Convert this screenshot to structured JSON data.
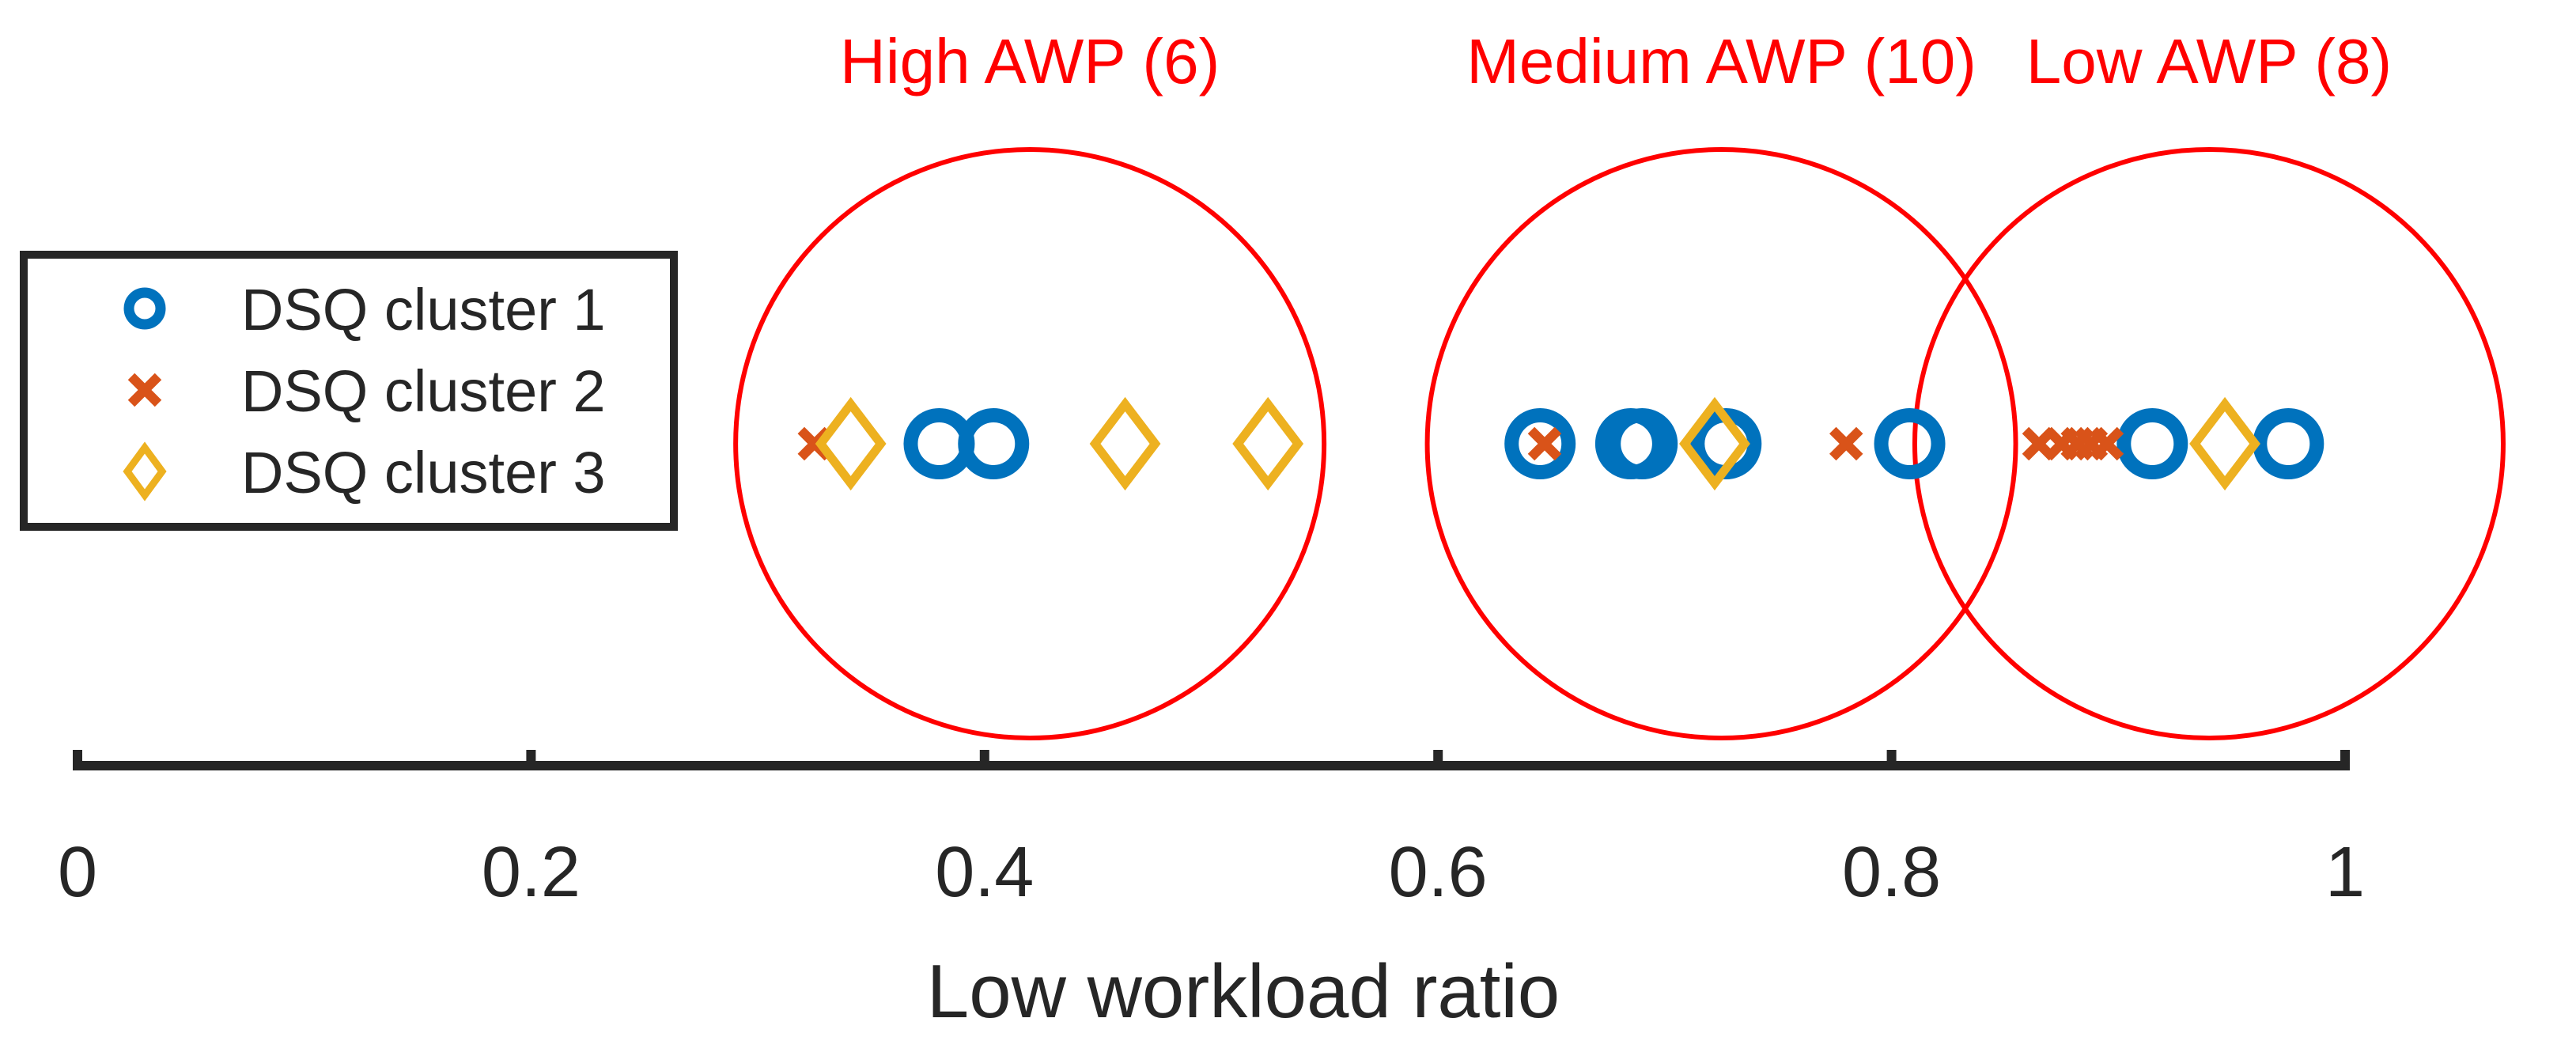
{
  "chart_data": {
    "type": "scatter",
    "xlabel": "Low workload ratio",
    "xlim": [
      0,
      1
    ],
    "xticks": [
      0,
      0.2,
      0.4,
      0.6,
      0.8,
      1
    ],
    "xtick_labels": [
      "0",
      "0.2",
      "0.4",
      "0.6",
      "0.8",
      "1"
    ],
    "legend_position": "left",
    "series": [
      {
        "name": "DSQ cluster 1",
        "marker": "circle",
        "color": "#0072BD",
        "x": [
          0.38,
          0.404,
          0.645,
          0.685,
          0.69,
          0.727,
          0.808,
          0.915,
          0.975
        ]
      },
      {
        "name": "DSQ cluster 2",
        "marker": "x",
        "color": "#D95319",
        "x": [
          0.325,
          0.647,
          0.78,
          0.865,
          0.875,
          0.882,
          0.888,
          0.895
        ]
      },
      {
        "name": "DSQ cluster 3",
        "marker": "diamond",
        "color": "#EDB120",
        "x": [
          0.341,
          0.462,
          0.525,
          0.722,
          0.947
        ]
      }
    ],
    "groups": [
      {
        "label": "High AWP (6)",
        "x_center": 0.42,
        "x_radius": 0.128,
        "color": "#FF0000"
      },
      {
        "label": "Medium AWP (10)",
        "x_center": 0.725,
        "x_radius": 0.128,
        "color": "#FF0000"
      },
      {
        "label": "Low AWP (8)",
        "x_center": 0.94,
        "x_radius": 0.128,
        "color": "#FF0000"
      }
    ]
  }
}
